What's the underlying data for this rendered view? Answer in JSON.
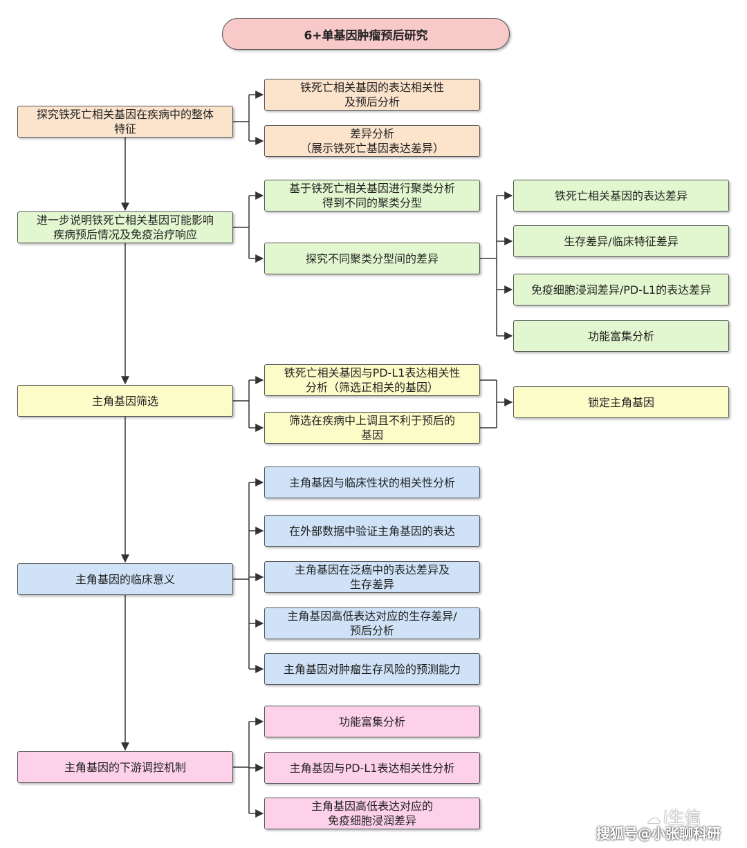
{
  "title": "6+单基因肿瘤预后研究",
  "colors": {
    "title": "#f8c9c9",
    "orange": "#fbe3cc",
    "green": "#e2f7cf",
    "yellow": "#fcfcc9",
    "blue": "#cfe2f7",
    "pink": "#fdd1ea",
    "line": "#333333"
  },
  "steps": [
    {
      "label": "探究铁死亡相关基因在疾病中的整体\n特征",
      "children": [
        "铁死亡相关基因的表达相关性\n及预后分析",
        "差异分析\n（展示铁死亡基因表达差异）"
      ]
    },
    {
      "label": "进一步说明铁死亡相关基因可能影响\n疾病预后情况及免疫治疗响应",
      "children": [
        "基于铁死亡相关基因进行聚类分析\n得到不同的聚类分型",
        "探究不同聚类分型间的差异"
      ],
      "details": [
        "铁死亡相关基因的表达差异",
        "生存差异/临床特征差异",
        "免疫细胞浸润差异/PD-L1的表达差异",
        "功能富集分析"
      ]
    },
    {
      "label": "主角基因筛选",
      "children": [
        "铁死亡相关基因与PD-L1表达相关性\n分析（筛选正相关的基因）",
        "筛选在疾病中上调且不利于预后的\n基因"
      ],
      "result": "锁定主角基因"
    },
    {
      "label": "主角基因的临床意义",
      "children": [
        "主角基因与临床性状的相关性分析",
        "在外部数据中验证主角基因的表达",
        "主角基因在泛癌中的表达差异及\n生存差异",
        "主角基因高低表达对应的生存差异/\n预后分析",
        "主角基因对肿瘤生存风险的预测能力"
      ]
    },
    {
      "label": "主角基因的下游调控机制",
      "children": [
        "功能富集分析",
        "主角基因与PD-L1表达相关性分析",
        "主角基因高低表达对应的\n免疫细胞浸润差异"
      ]
    }
  ],
  "watermark": {
    "logo": "i生信",
    "source": "搜狐号@小张聊科研"
  }
}
